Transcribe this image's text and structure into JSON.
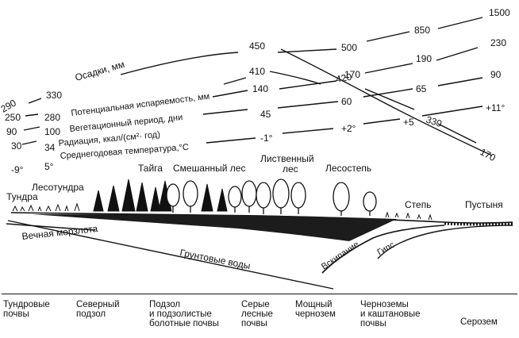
{
  "climate": {
    "precipitation": {
      "label": "Осадки, мм",
      "values": [
        "290",
        "330",
        "450",
        "500",
        "850",
        "1500"
      ]
    },
    "evaporation": {
      "label": "Потенциальная испаряемость, мм",
      "values": [
        "250",
        "280",
        "410",
        "420",
        "330",
        "170"
      ]
    },
    "vegetation": {
      "label": "Вегетационный период, дни",
      "values": [
        "90",
        "100",
        "140",
        "170",
        "190",
        "230"
      ]
    },
    "radiation": {
      "label": "Радиация, ккал/(см²· год)",
      "values": [
        "30",
        "34",
        "45",
        "60",
        "65",
        "90"
      ]
    },
    "temperature": {
      "label": "Среднегодовая температура,°С",
      "values": [
        "-9°",
        "5°",
        "-1°",
        "+2°",
        "+5",
        "+11°"
      ]
    }
  },
  "zones": {
    "tundra": "Тундра",
    "forest_tundra": "Лесотундра",
    "taiga": "Тайга",
    "mixed_forest": "Смешанный лес",
    "deciduous_forest": "Лиственный\nлес",
    "forest_steppe": "Лесостепь",
    "steppe": "Степь",
    "desert": "Пустыня"
  },
  "subsurface": {
    "permafrost": "Вечная мерзлота",
    "groundwater": "Грунтовые воды",
    "effervescence": "Вскипание",
    "gypsum": "Гипс"
  },
  "soils": [
    "Тундровые\nпочвы",
    "Северный\nподзол",
    "Подзол\nи подзолистые\nболотные почвы",
    "Серые\nлесные\nпочвы",
    "Мощный\nчернозем",
    "Черноземы\nи каштановые\nпочвы",
    "Серозем"
  ]
}
